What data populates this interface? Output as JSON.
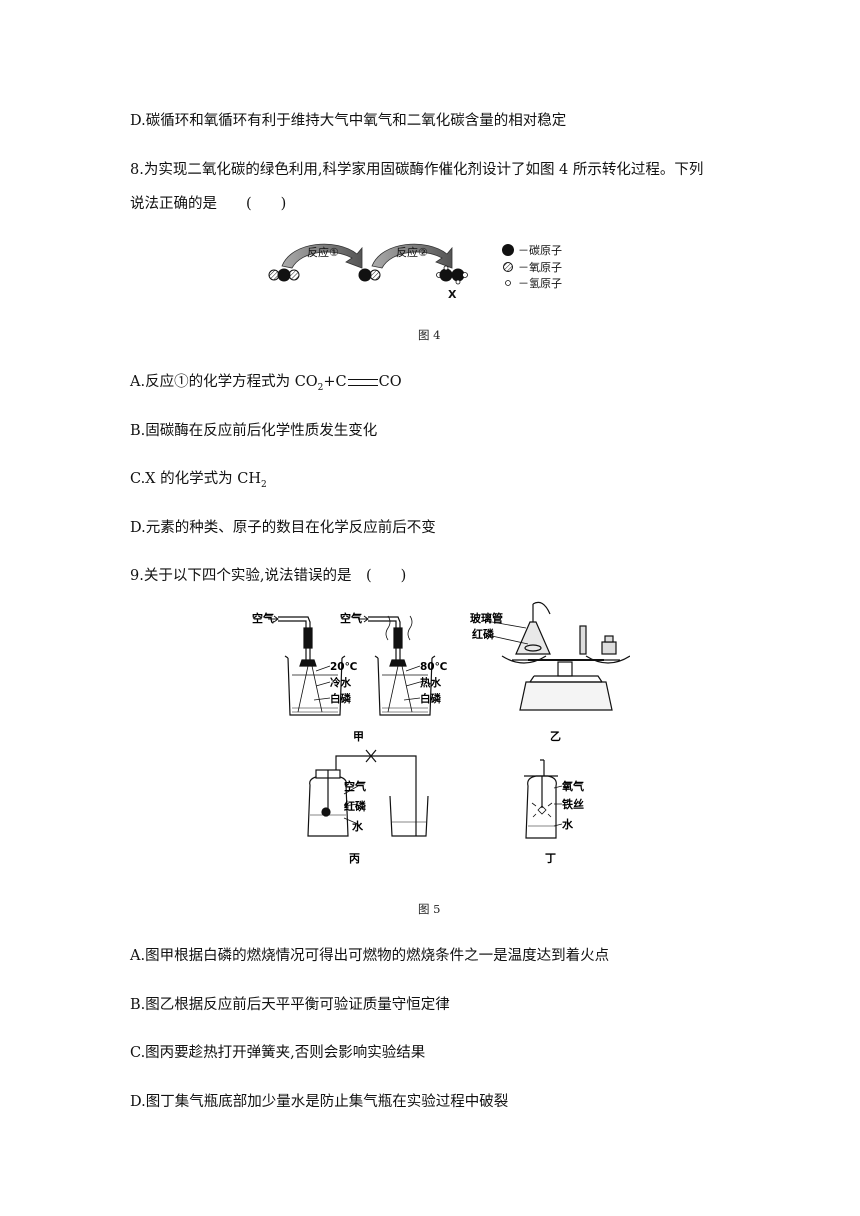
{
  "q7": {
    "option_d": "D.碳循环和氧循环有利于维持大气中氧气和二氧化碳含量的相对稳定"
  },
  "q8": {
    "stem_line1": "8.为实现二氧化碳的绿色利用,科学家用固碳酶作催化剂设计了如图 4  所示转化过程。下列",
    "stem_line2": "说法正确的是　　(　　)",
    "figure": {
      "reaction1": "反应①",
      "reaction2": "反应②",
      "x_label": "X",
      "legend_carbon": "－碳原子",
      "legend_oxygen": "－氧原子",
      "legend_hydrogen": "－氢原子",
      "caption": "图 4"
    },
    "option_a_prefix": "A.反应①的化学方程式为 CO",
    "option_a_sub": "2",
    "option_a_mid": "+C",
    "option_a_suffix": "CO",
    "option_b": "B.固碳酶在反应前后化学性质发生变化",
    "option_c_prefix": "C.X 的化学式为 CH",
    "option_c_sub": "2",
    "option_d": "D.元素的种类、原子的数目在化学反应前后不变"
  },
  "q9": {
    "stem": "9.关于以下四个实验,说法错误的是　(　　)",
    "figure": {
      "jia": {
        "air1": "空气",
        "air2": "空气",
        "temp1": "20℃",
        "water1": "冷水",
        "p1": "白磷",
        "temp2": "80℃",
        "water2": "热水",
        "p2": "白磷",
        "label": "甲"
      },
      "yi": {
        "tube": "玻璃管",
        "red_p": "红磷",
        "label": "乙"
      },
      "bing": {
        "air": "空气",
        "red_p": "红磷",
        "water": "水",
        "label": "丙"
      },
      "ding": {
        "oxygen": "氧气",
        "wire": "铁丝",
        "water": "水",
        "label": "丁"
      },
      "caption": "图 5"
    },
    "option_a": "A.图甲根据白磷的燃烧情况可得出可燃物的燃烧条件之一是温度达到着火点",
    "option_b": "B.图乙根据反应前后天平平衡可验证质量守恒定律",
    "option_c": "C.图丙要趁热打开弹簧夹,否则会影响实验结果",
    "option_d": "D.图丁集气瓶底部加少量水是防止集气瓶在实验过程中破裂"
  }
}
